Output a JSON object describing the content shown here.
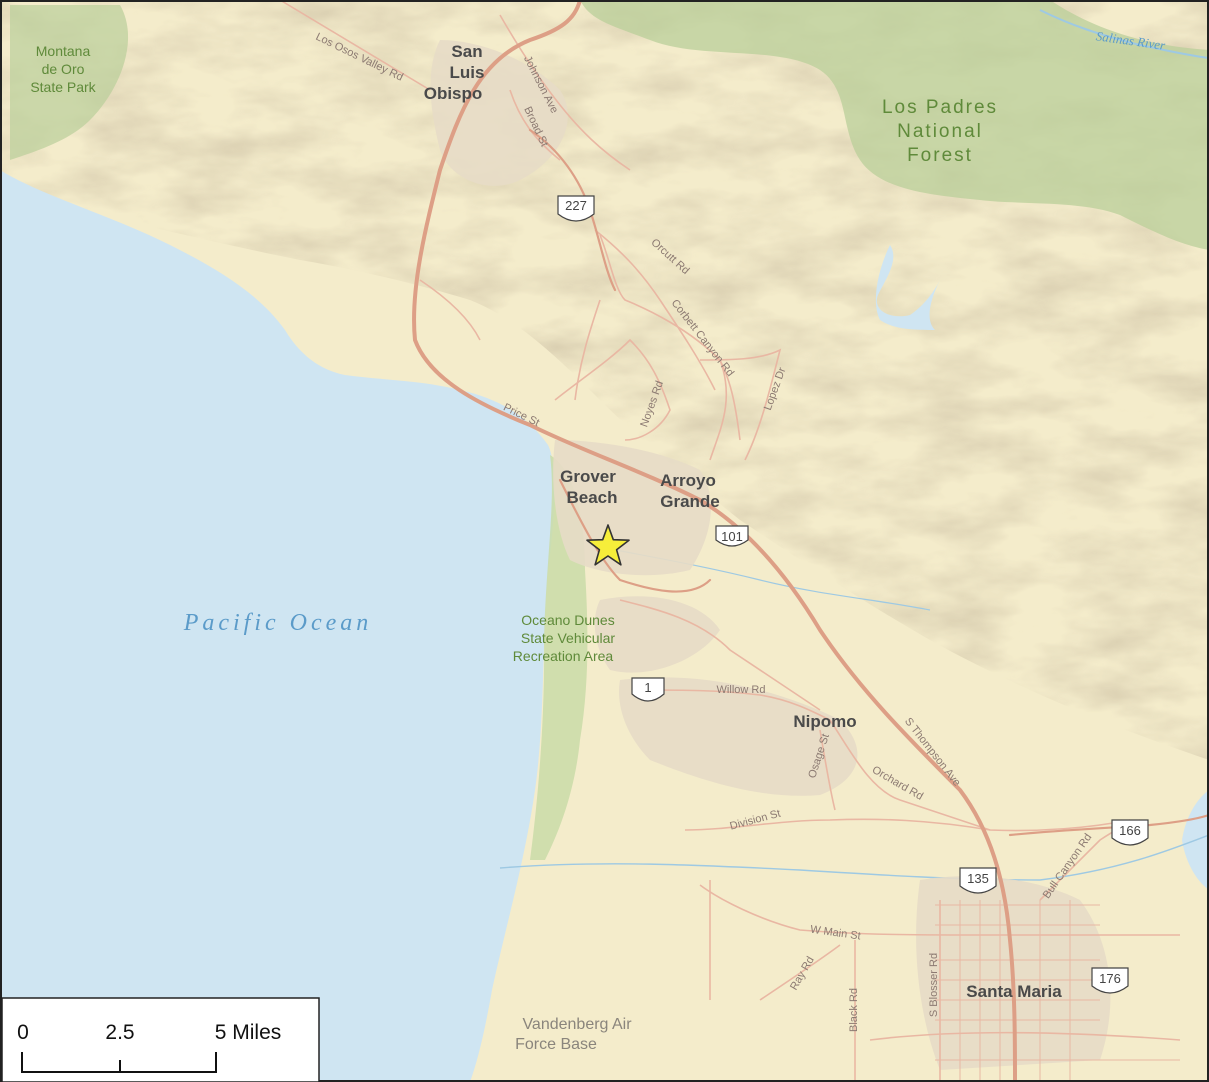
{
  "map": {
    "cities": {
      "slo": [
        "San",
        "Luis",
        "Obispo"
      ],
      "grover": [
        "Grover",
        "Beach"
      ],
      "arroyo": [
        "Arroyo",
        "Grande"
      ],
      "nipomo": "Nipomo",
      "santa_maria": "Santa Maria"
    },
    "parks": {
      "montana": [
        "Montana",
        "de Oro",
        "State Park"
      ],
      "los_padres": [
        "Los Padres",
        "National",
        "Forest"
      ],
      "oceano": [
        "Oceano Dunes",
        "State Vehicular",
        "Recreation Area"
      ],
      "vandenberg": [
        "Vandenberg Air",
        "Force Base"
      ]
    },
    "water": {
      "ocean": "Pacific Ocean",
      "river": "Salinas River"
    },
    "roads": {
      "los_osos": "Los Osos Valley Rd",
      "johnson": "Johnson Ave",
      "broad": "Broad St",
      "orcutt": "Orcutt Rd",
      "corbett": "Corbett Canyon Rd",
      "lopez": "Lopez Dr",
      "noyes": "Noyes Rd",
      "price": "Price St",
      "willow": "Willow Rd",
      "osage": "Osage St",
      "thompson": "S Thompson Ave",
      "orchard": "Orchard Rd",
      "division": "Division St",
      "bull": "Bull Canyon Rd",
      "w_main": "W Main St",
      "ray": "Ray Rd",
      "black": "Black Rd",
      "blosser": "S Blosser Rd"
    },
    "shields": {
      "h227": "227",
      "h101": "101",
      "h1": "1",
      "h166": "166",
      "h135": "135",
      "h176": "176"
    },
    "colors": {
      "land": "#f4eccb",
      "water": "#cfe5f2",
      "forest": "#b9cf9a",
      "urban": "#e7dcc7",
      "road": "#e9b7a3",
      "highway": "#dd9f86",
      "marker": "#f6ee3a"
    },
    "marker": {
      "symbol": "star-marker"
    }
  },
  "scale_bar": {
    "labels": [
      "0",
      "2.5",
      "5 Miles"
    ]
  }
}
